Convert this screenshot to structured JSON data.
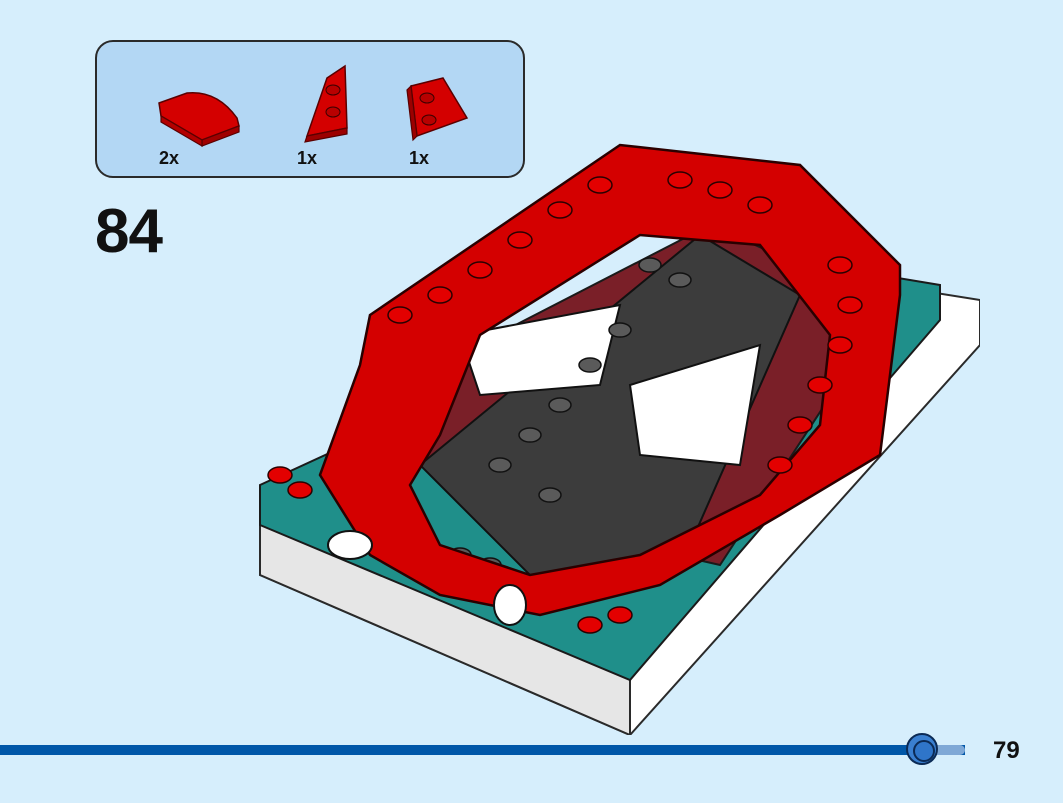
{
  "parts": [
    {
      "name": "curved-slope-brick",
      "quantity": "2x",
      "color": "#d40000"
    },
    {
      "name": "wedge-plate-left",
      "quantity": "1x",
      "color": "#d40000"
    },
    {
      "name": "wedge-plate-right",
      "quantity": "1x",
      "color": "#d40000"
    }
  ],
  "step": {
    "number": "84"
  },
  "page": {
    "number": "79"
  },
  "colors": {
    "background": "#d6eefc",
    "parts_box": "#b3d7f4",
    "brick_red": "#d40000",
    "dark_gray": "#3c3c3c",
    "teal": "#1f8f8a",
    "progress": "#0057a8"
  },
  "progress": {
    "fraction": 0.87
  }
}
